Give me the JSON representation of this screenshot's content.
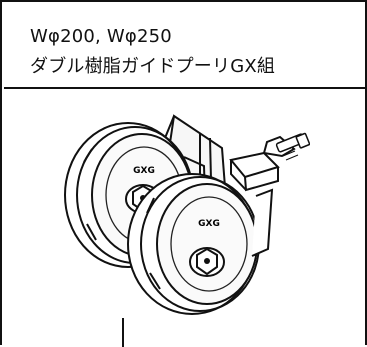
{
  "product": {
    "title_line1": "Wφ200, Wφ250",
    "title_line2": "ダブル樹脂ガイドプーリGX組",
    "wheel_logo_text": "GXG"
  },
  "colors": {
    "border": "#111111",
    "background": "#ffffff",
    "ink": "#111111"
  },
  "icons": {
    "product_illustration": "double-pulley-drawing"
  }
}
